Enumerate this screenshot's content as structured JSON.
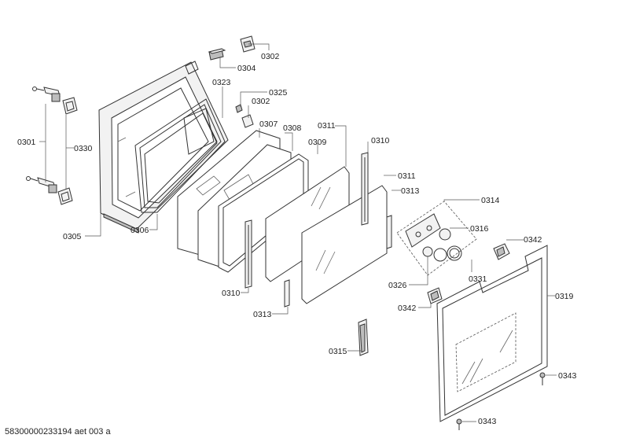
{
  "diagram": {
    "labels": [
      "0302",
      "0304",
      "0323",
      "0325",
      "0302",
      "0307",
      "0308",
      "0311",
      "0309",
      "0310",
      "0301",
      "0330",
      "0311",
      "0313",
      "0314",
      "0316",
      "0342",
      "0305",
      "0306",
      "0326",
      "0331",
      "0319",
      "0310",
      "0313",
      "0342",
      "0315",
      "0343",
      "0343"
    ],
    "footer": "58300000233194 aet 003 a"
  }
}
